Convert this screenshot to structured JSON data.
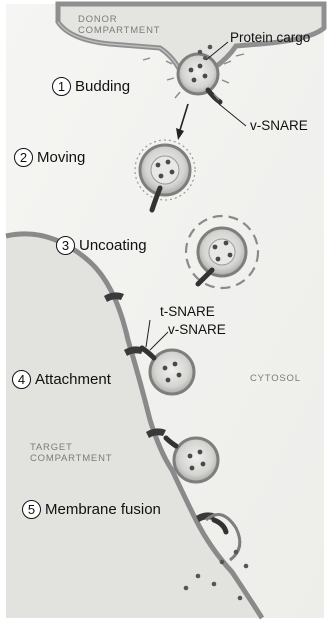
{
  "regions": {
    "donor": [
      "DONOR",
      "COMPARTMENT"
    ],
    "target": [
      "TARGET",
      "COMPARTMENT"
    ],
    "cytosol": "CYTOSOL"
  },
  "labels": {
    "protein_cargo": "Protein cargo",
    "v_snare_top": "v-SNARE",
    "t_snare": "t-SNARE",
    "v_snare_mid": "v-SNARE"
  },
  "steps": [
    {
      "number": "1",
      "label": "Budding"
    },
    {
      "number": "2",
      "label": "Moving"
    },
    {
      "number": "3",
      "label": "Uncoating"
    },
    {
      "number": "4",
      "label": "Attachment"
    },
    {
      "number": "5",
      "label": "Membrane fusion"
    }
  ],
  "colors": {
    "background": "#f4f4f1",
    "membrane": "#8a8a8a",
    "compartment_fill": "#e6e6e3",
    "cargo": "#4a4a4a",
    "snare": "#3a3a3a"
  }
}
